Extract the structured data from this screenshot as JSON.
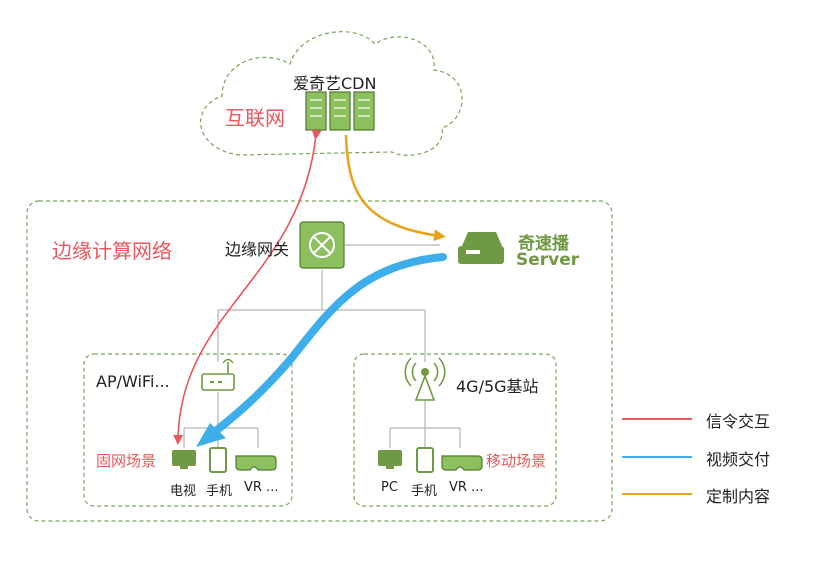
{
  "zones": {
    "internet": "互联网",
    "edge_network": "边缘计算网络"
  },
  "nodes": {
    "cdn": "爱奇艺CDN",
    "edge_gateway": "边缘网关",
    "qisubo_line1": "奇速播",
    "qisubo_line2": "Server",
    "ap_wifi": "AP/WiFi...",
    "base_station": "4G/5G基站"
  },
  "scenes": {
    "fixed": "固网场景",
    "mobile": "移动场景"
  },
  "devices": {
    "fixed": [
      "电视",
      "手机",
      "VR ..."
    ],
    "mobile": [
      "PC",
      "手机",
      "VR ..."
    ]
  },
  "legend": [
    {
      "label": "信令交互",
      "color": "#e8575a"
    },
    {
      "label": "视频交付",
      "color": "#3daee9"
    },
    {
      "label": "定制内容",
      "color": "#e8a317"
    }
  ],
  "colors": {
    "green": "#6f9a43",
    "dashed_border": "#7aa35a",
    "gray_line": "#b3b3b3"
  }
}
